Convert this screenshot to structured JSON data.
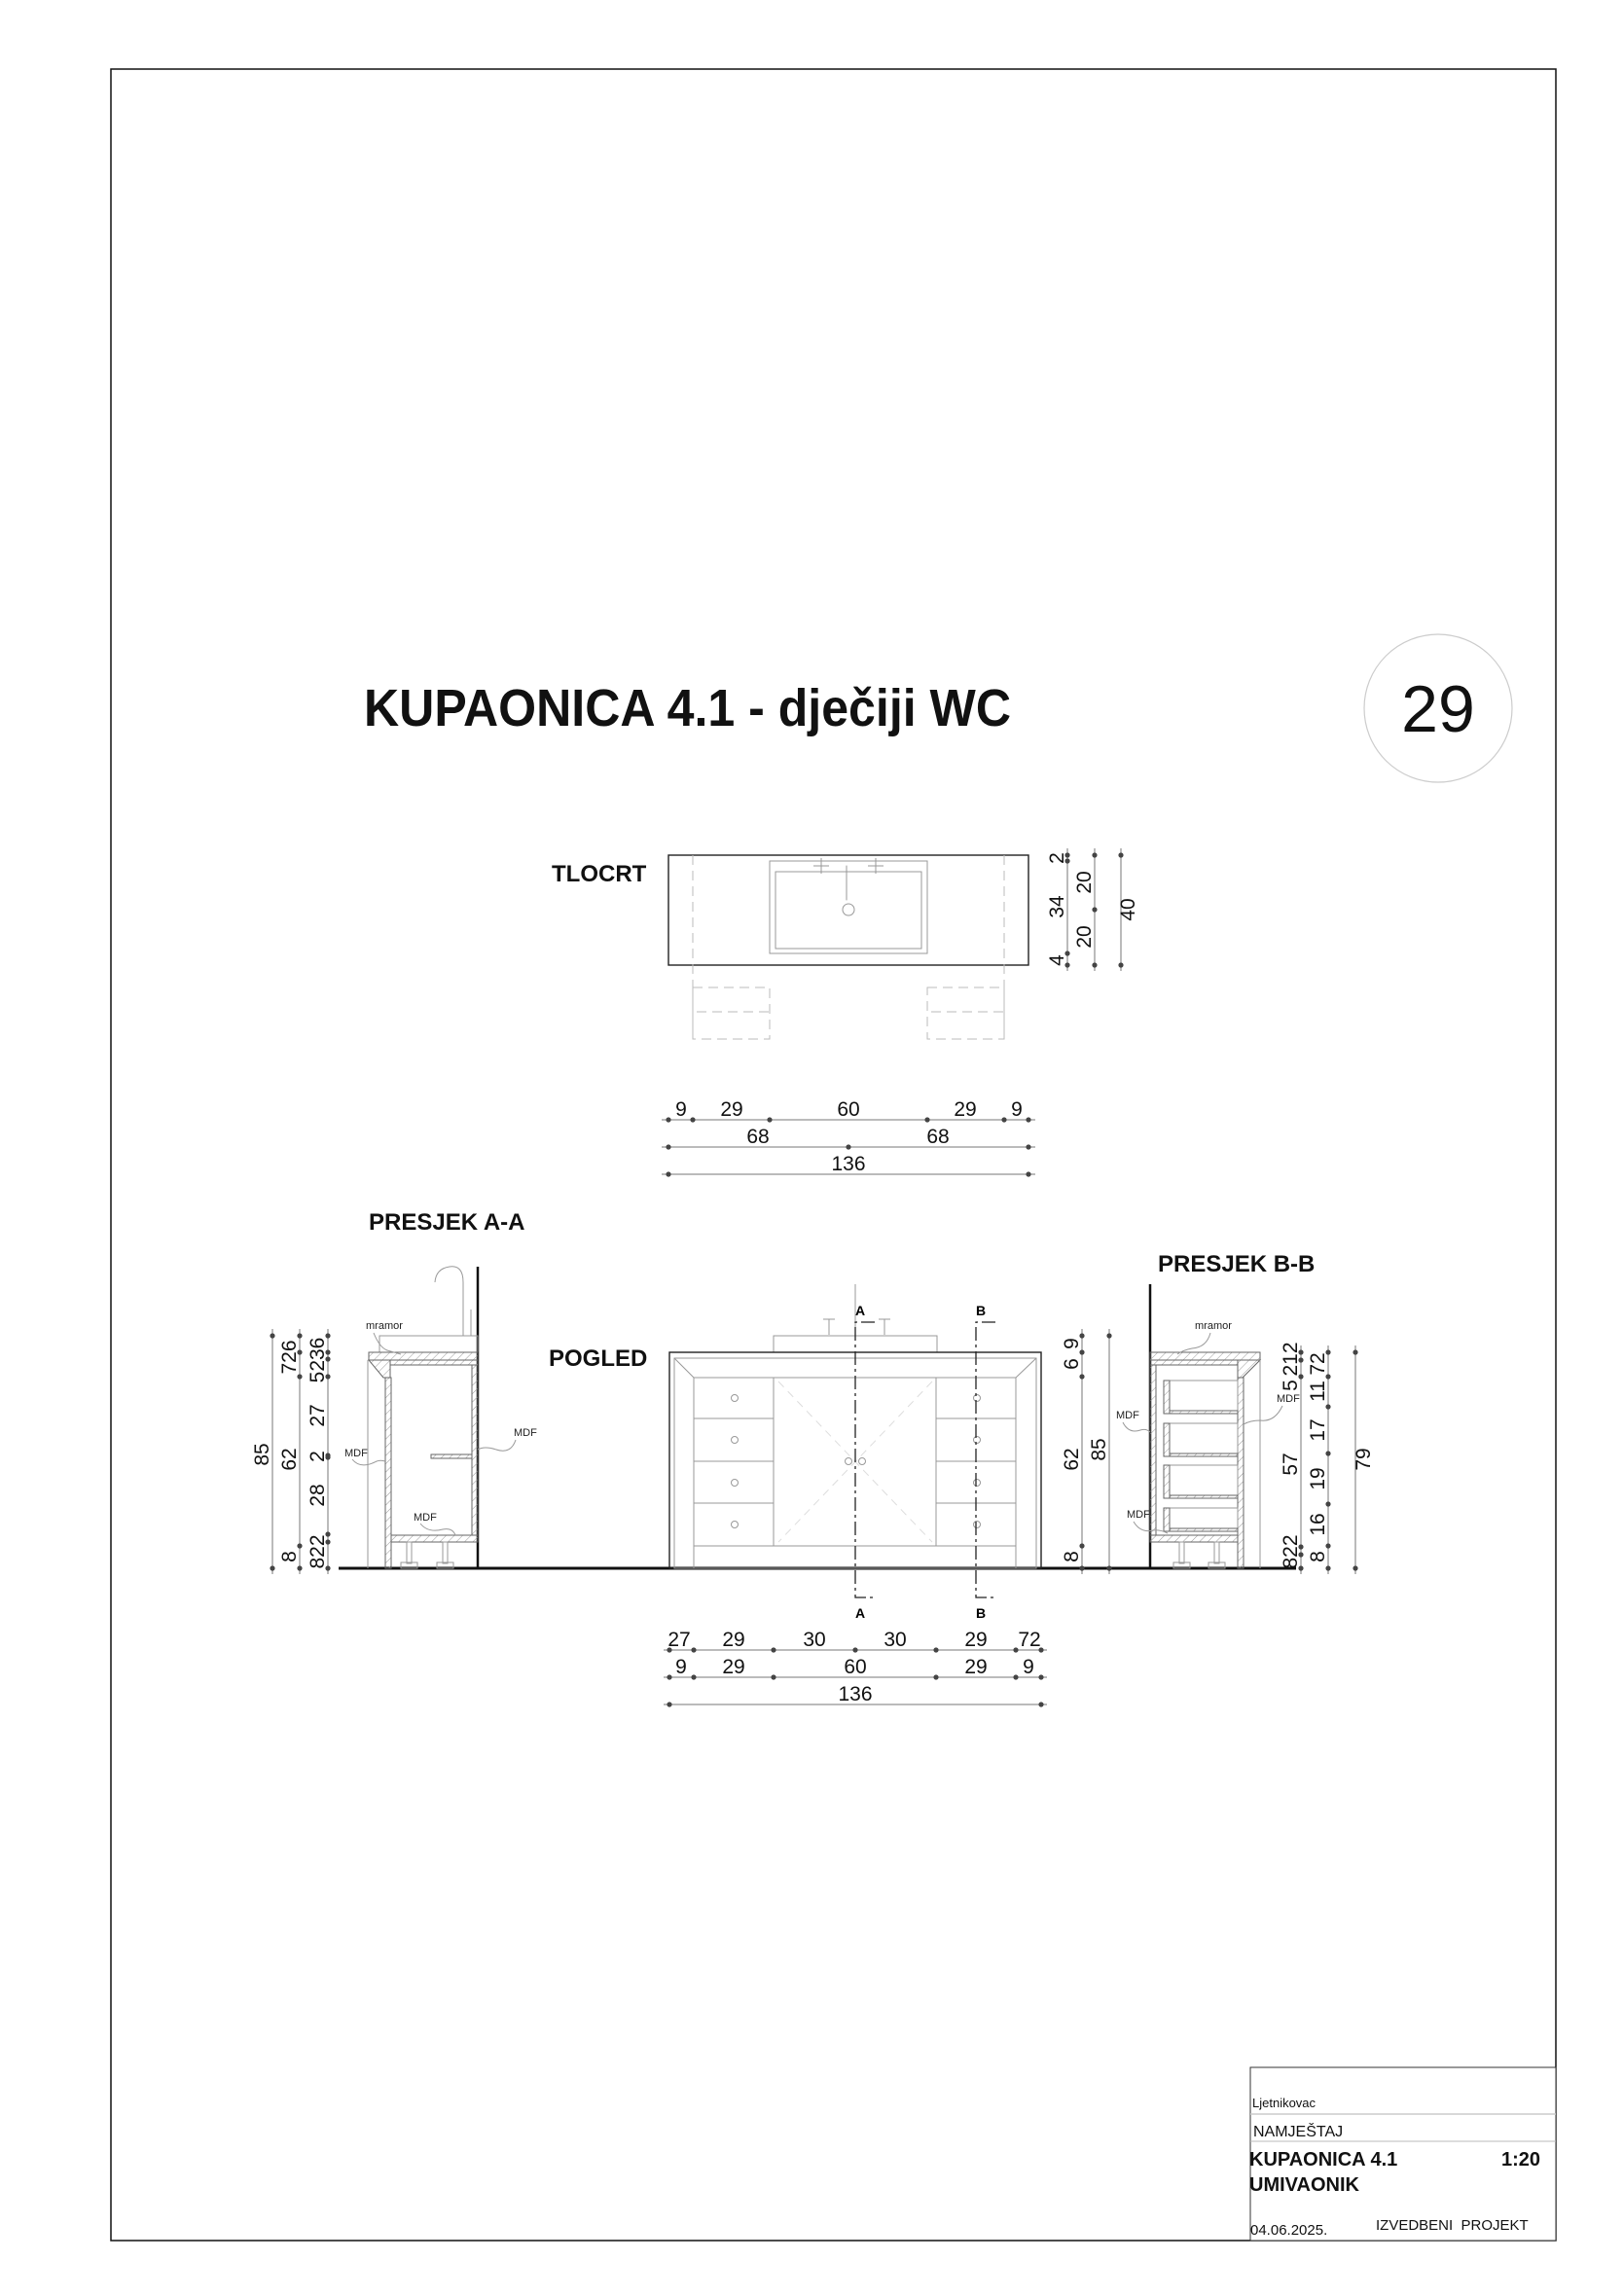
{
  "title": "KUPAONICA 4.1 - dječiji WC",
  "sheet_number": "29",
  "views": {
    "plan": "TLOCRT",
    "section_a": "PRESJEK A-A",
    "elevation": "POGLED",
    "section_b": "PRESJEK B-B"
  },
  "section_marks": {
    "a": "A",
    "b": "B"
  },
  "materials": {
    "marble": "mramor",
    "mdf": "MDF"
  },
  "plan_dims": {
    "row1": [
      "9",
      "29",
      "60",
      "29",
      "9"
    ],
    "row2": [
      "68",
      "68"
    ],
    "row3": "136",
    "right1": [
      "2",
      "34",
      "4"
    ],
    "right2": [
      "20",
      "20"
    ],
    "right3": "40"
  },
  "elevation_dims": {
    "row1": [
      "27",
      "29",
      "30",
      "30",
      "29",
      "72"
    ],
    "row2": [
      "9",
      "29",
      "60",
      "29",
      "9"
    ],
    "row3": "136",
    "side1": [
      "9",
      "6",
      "62",
      "8"
    ],
    "side2": "85"
  },
  "section_a_dims": {
    "col1": "85",
    "col2": [
      "726",
      "62",
      "8"
    ],
    "col3": [
      "5236",
      "27",
      "2",
      "28",
      "822"
    ]
  },
  "section_b_dims": {
    "col1": [
      "212",
      "5",
      "57",
      "822"
    ],
    "col2": [
      "72",
      "11",
      "17",
      "19",
      "16",
      "8"
    ],
    "col3": "79"
  },
  "title_block": {
    "project": "Ljetnikovac",
    "category": "NAMJEŠTAJ",
    "drawing_title": "KUPAONICA 4.1",
    "drawing_subtitle": "UMIVAONIK",
    "scale": "1:20",
    "date": "04.06.2025.",
    "phase": "IZVEDBENI  PROJEKT"
  }
}
